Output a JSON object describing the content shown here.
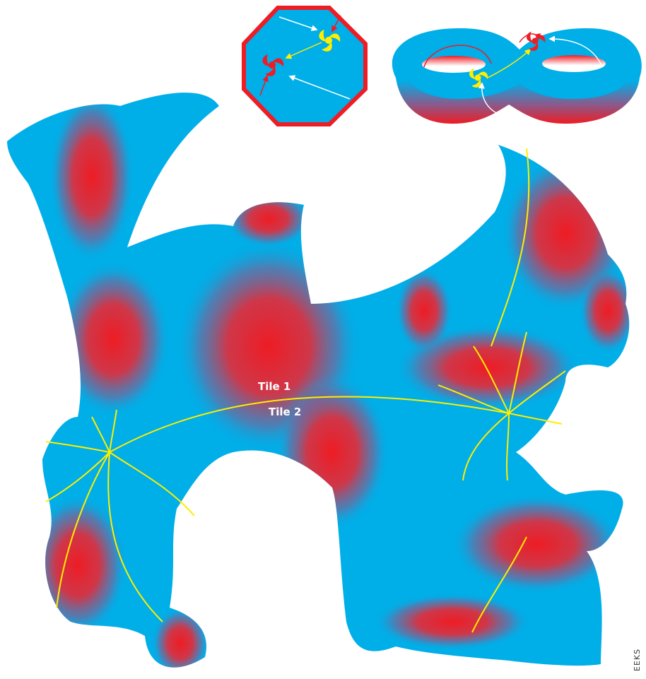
{
  "labels": {
    "tile_upper": "Tile 1",
    "tile_lower": "Tile 2",
    "credit": "EEKS"
  },
  "colors": {
    "surface_blue": "#00aee8",
    "surface_red": "#ee1c24",
    "geodesic_yellow": "#ffee00",
    "octagon_border": "#ee1c24",
    "arrow_white": "#ffffff"
  },
  "icons": {
    "red_vortex": "red-vortex-icon",
    "yellow_vortex": "yellow-vortex-icon"
  }
}
